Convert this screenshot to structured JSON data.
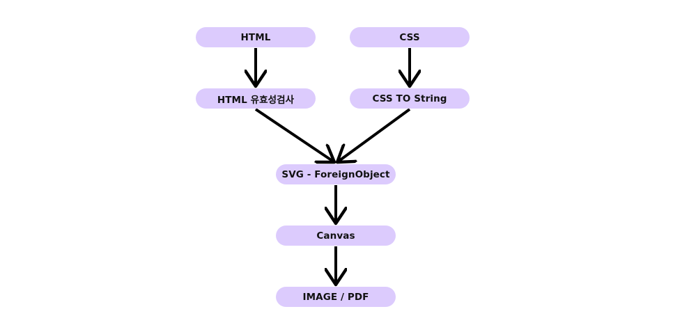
{
  "theme": {
    "node_fill": "#dccbfd",
    "arrow_color": "#000000"
  },
  "nodes": {
    "html": "HTML",
    "css": "CSS",
    "html_validation": "HTML 유효성검사",
    "css_to_string": "CSS TO String",
    "svg_foreign_object": "SVG - ForeignObject",
    "canvas": "Canvas",
    "output": "IMAGE / PDF"
  },
  "edges": [
    {
      "from": "html",
      "to": "html_validation"
    },
    {
      "from": "css",
      "to": "css_to_string"
    },
    {
      "from": "html_validation",
      "to": "svg_foreign_object"
    },
    {
      "from": "css_to_string",
      "to": "svg_foreign_object"
    },
    {
      "from": "svg_foreign_object",
      "to": "canvas"
    },
    {
      "from": "canvas",
      "to": "output"
    }
  ]
}
